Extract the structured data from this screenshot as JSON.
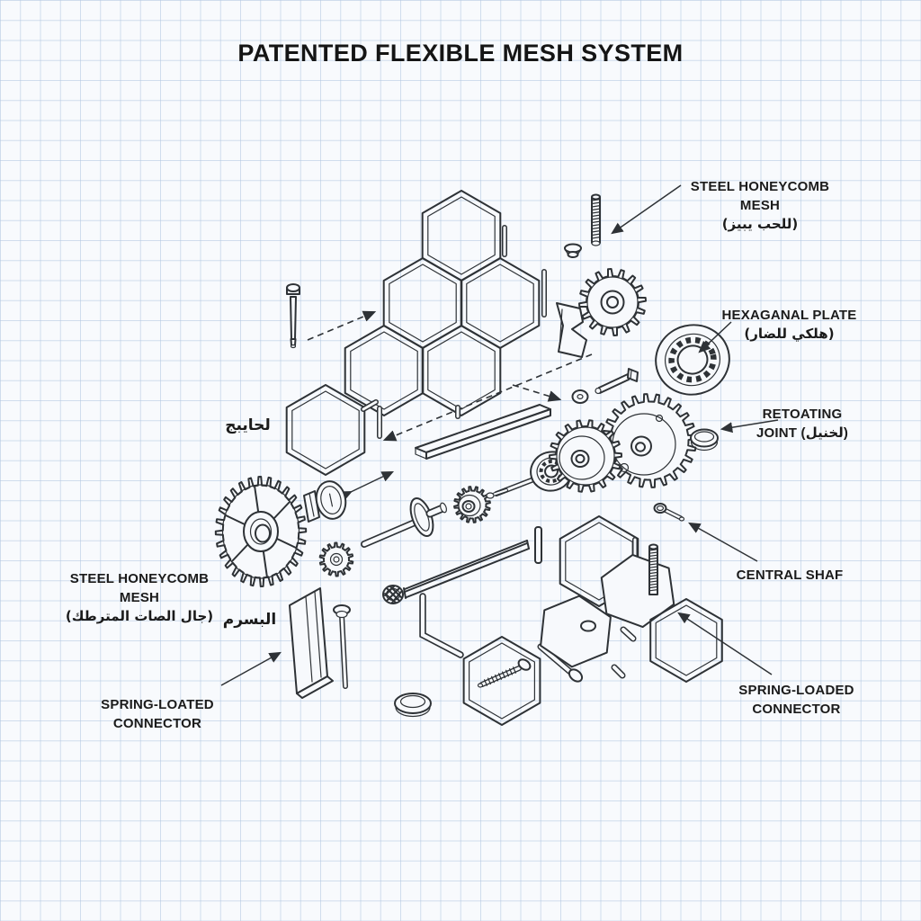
{
  "title": "PATENTED FLEXIBLE MESH SYSTEM",
  "labels": {
    "steel_mesh_right_en": "STEEL HONEYCOMB MESH",
    "steel_mesh_right_ar": "(للحب يبيز)",
    "hexaganal_plate_en": "HEXAGANAL PLATE",
    "hexaganal_plate_ar": "(هلكي للضار)",
    "retoating_line1": "RETOATING",
    "retoating_line2": "JOINT (لخنيل)",
    "central_shaf": "CENTRAL SHAF",
    "spring_loaded_right_line1": "SPRING-LOADED",
    "spring_loaded_right_line2": "CONNECTOR",
    "arabic_upper_left": "لحايبج",
    "steel_mesh_left_en": "STEEL HONEYCOMB MESH",
    "steel_mesh_left_ar": "(جال الصات المترطك)",
    "arabic_mid_left": "البسرم",
    "spring_loated_left_line1": "SPRING-LOATED",
    "spring_loated_left_line2": "CONNECTOR"
  },
  "colors": {
    "ink": "#2e3236",
    "paper": "#f8fafd",
    "grid": "#afc5e0"
  }
}
